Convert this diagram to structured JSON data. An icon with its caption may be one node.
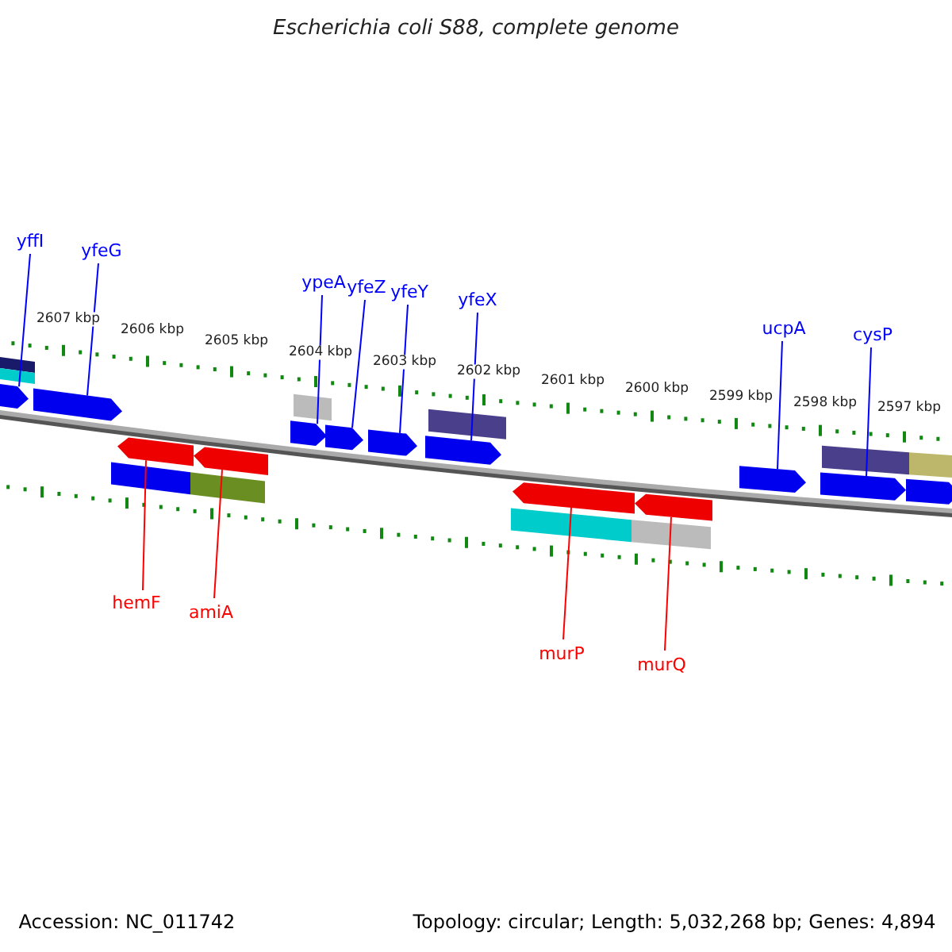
{
  "diagram": {
    "title": "Escherichia coli S88, complete genome",
    "nodes": [
      {
        "text": [
          "yffI"
        ]
      },
      {
        "text": [
          "yfeG"
        ]
      },
      {
        "text": [
          "ypeA"
        ]
      },
      {
        "text": [
          "yfeZ"
        ]
      },
      {
        "text": [
          "yfeY"
        ]
      },
      {
        "text": [
          "yfeX"
        ]
      },
      {
        "text": [
          "ucpA"
        ]
      },
      {
        "text": [
          "cysP"
        ]
      },
      {
        "text": [
          "hemF"
        ]
      },
      {
        "text": [
          "amiA"
        ]
      },
      {
        "text": [
          "murP"
        ]
      },
      {
        "text": [
          "murQ"
        ]
      },
      {
        "text": [],
        "shape": "arrow"
      },
      {
        "text": [],
        "shape": "arrow"
      },
      {
        "text": [],
        "shape": "arrow"
      },
      {
        "text": [],
        "shape": "arrow"
      },
      {
        "text": [],
        "shape": "arrow"
      },
      {
        "text": [],
        "shape": "arrow"
      },
      {
        "text": [],
        "shape": "arrow"
      },
      {
        "text": [],
        "shape": "arrow"
      },
      {
        "text": [],
        "shape": "arrow"
      },
      {
        "text": [],
        "shape": "arrow"
      },
      {
        "text": [],
        "shape": "arrow"
      },
      {
        "text": [],
        "shape": "arrow"
      },
      {
        "text": [],
        "shape": "arrow"
      }
    ],
    "edges": [
      {
        "from": 0,
        "to": 12,
        "arrow": "none"
      },
      {
        "from": 1,
        "to": 13,
        "arrow": "none"
      },
      {
        "from": 2,
        "to": 14,
        "arrow": "none"
      },
      {
        "from": 3,
        "to": 15,
        "arrow": "none"
      },
      {
        "from": 4,
        "to": 16,
        "arrow": "none"
      },
      {
        "from": 5,
        "to": 17,
        "arrow": "none"
      },
      {
        "from": 6,
        "to": 18,
        "arrow": "none"
      },
      {
        "from": 7,
        "to": 19,
        "arrow": "none"
      },
      {
        "from": 8,
        "to": 20,
        "arrow": "none",
        "color": "#ff0000"
      },
      {
        "from": 9,
        "to": 21,
        "arrow": "none",
        "color": "#ff0000"
      },
      {
        "from": 10,
        "to": 22,
        "arrow": "none",
        "color": "#ff0000"
      },
      {
        "from": 11,
        "to": 23,
        "arrow": "none",
        "color": "#ff0000"
      }
    ],
    "labels": [
      "2607 kbp",
      "2606 kbp",
      "2605 kbp",
      "2604 kbp",
      "2603 kbp",
      "2602 kbp",
      "2601 kbp",
      "2600 kbp",
      "2599 kbp",
      "2598 kbp",
      "2597 kbp",
      "Accession: NC_011742",
      "Topology: circular; Length: 5,032,268 bp; Genes: 4,894"
    ]
  }
}
